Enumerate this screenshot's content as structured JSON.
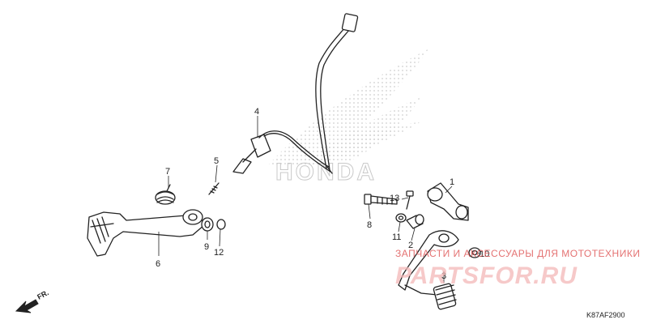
{
  "diagram": {
    "callouts": [
      {
        "id": "c1",
        "number": "1"
      },
      {
        "id": "c2",
        "number": "2"
      },
      {
        "id": "c3",
        "number": "3"
      },
      {
        "id": "c4",
        "number": "4"
      },
      {
        "id": "c5",
        "number": "5"
      },
      {
        "id": "c6",
        "number": "6"
      },
      {
        "id": "c7",
        "number": "7"
      },
      {
        "id": "c8",
        "number": "8"
      },
      {
        "id": "c9",
        "number": "9"
      },
      {
        "id": "c10",
        "number": "10"
      },
      {
        "id": "c11",
        "number": "11"
      },
      {
        "id": "c12",
        "number": "12"
      },
      {
        "id": "c13",
        "number": "13"
      }
    ],
    "direction_label": "FR.",
    "figure_code": "K87AF2900"
  },
  "watermark": {
    "brand_text": "HONDA",
    "shop_tagline": "ЗАПЧАСТИ И АКСЕССУАРЫ ДЛЯ МОТОТЕХНИКИ",
    "shop_name": "PARTSFOR.RU"
  },
  "colors": {
    "line_art": "#222222",
    "watermark_gray": "#c9c9c9",
    "watermark_red": "#e05a5a"
  }
}
